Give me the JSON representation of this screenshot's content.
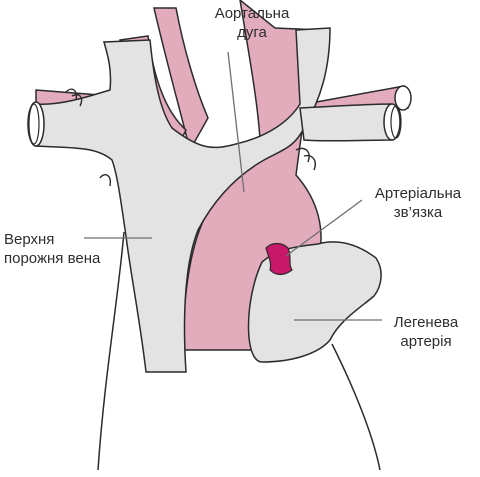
{
  "labels": {
    "aortic_arch": [
      "Аортальна",
      "дуга"
    ],
    "superior_vena_cava": [
      "Верхня",
      "порожня вена"
    ],
    "arterial_ligament": [
      "Артеріальна",
      "зв’язка"
    ],
    "pulmonary_artery": [
      "Легенева",
      "артерія"
    ]
  },
  "colors": {
    "vessel_grey": "#e3e3e4",
    "aorta_pink": "#e3acbd",
    "ligament_magenta": "#c8186a",
    "outline": "#2b2b2b",
    "leader_line": "#6f6f6f"
  }
}
